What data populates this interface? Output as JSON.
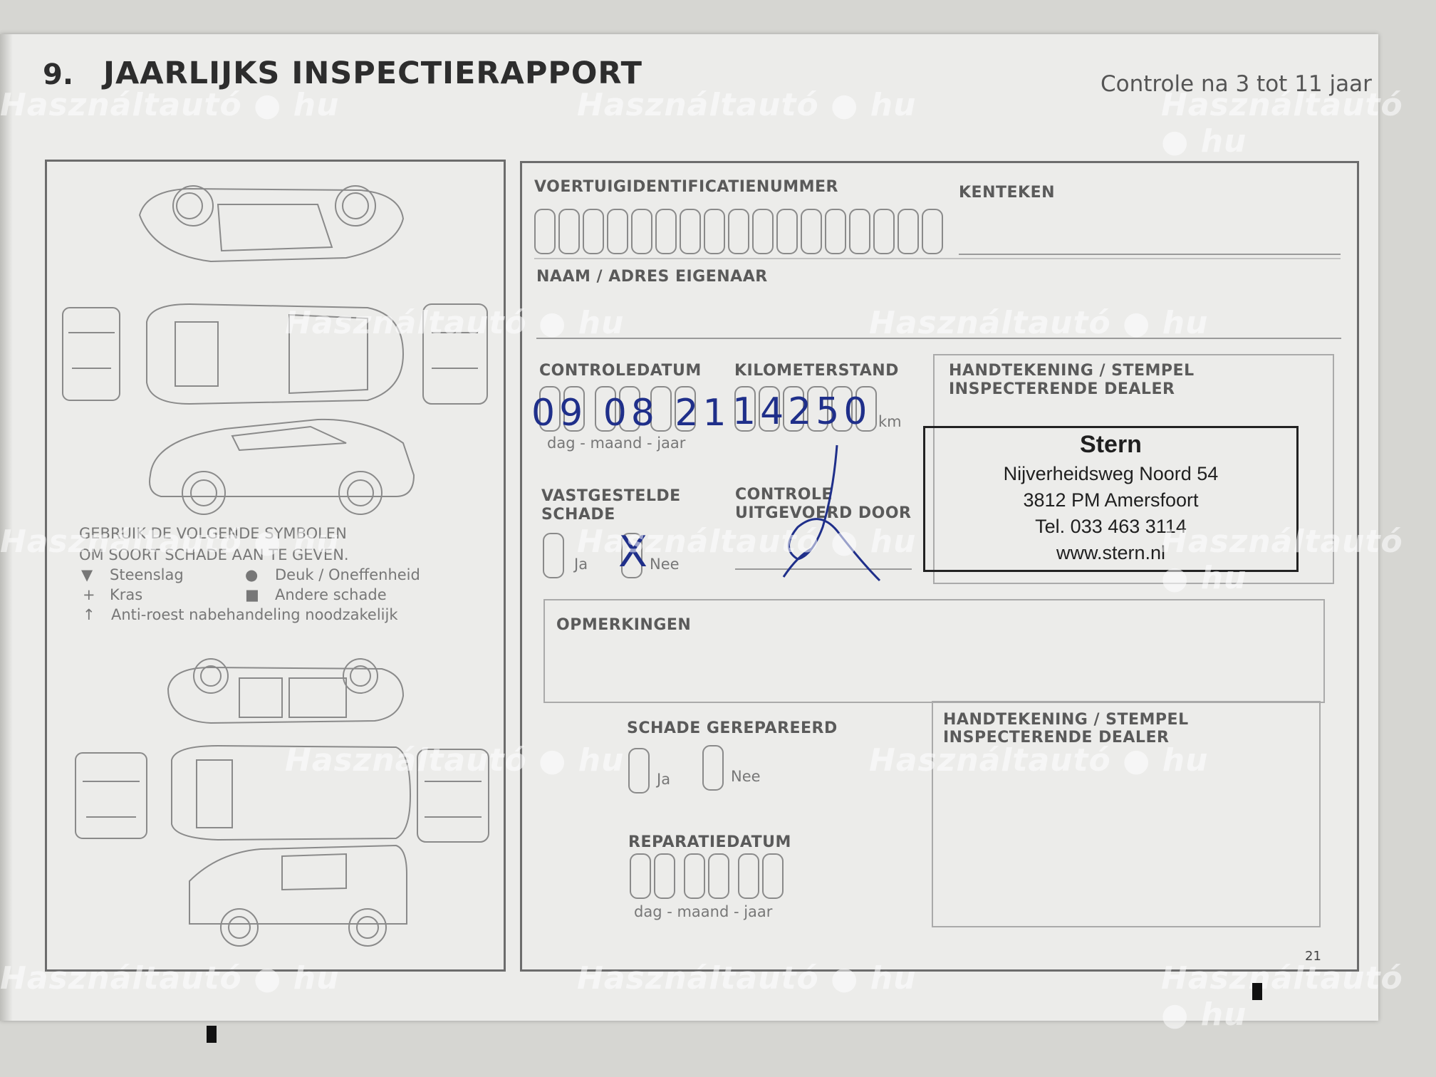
{
  "header": {
    "number": "9.",
    "title": "JAARLIJKS INSPECTIERAPPORT",
    "subtitle": "Controle na 3 tot 11 jaar"
  },
  "vin": {
    "label": "VOERTUIGIDENTIFICATIENUMMER",
    "cells": 17
  },
  "plate": {
    "label": "KENTEKEN"
  },
  "owner": {
    "label": "NAAM / ADRES EIGENAAR"
  },
  "inspection_date": {
    "label": "CONTROLEDATUM",
    "value": "09 08 21",
    "format": "dag - maand - jaar"
  },
  "mileage": {
    "label": "KILOMETERSTAND",
    "value": "14250",
    "unit": "km"
  },
  "signature_top": {
    "label_line1": "HANDTEKENING / STEMPEL",
    "label_line2": "INSPECTERENDE DEALER"
  },
  "stamp": {
    "name": "Stern",
    "street": "Nijverheidsweg Noord 54",
    "city": "3812 PM Amersfoort",
    "phone": "Tel. 033 463 3114",
    "web": "www.stern.nl"
  },
  "damage_found": {
    "label_line1": "VASTGESTELDE",
    "label_line2": "SCHADE",
    "yes": "Ja",
    "no": "Nee",
    "mark": "X"
  },
  "performed_by": {
    "label_line1": "CONTROLE",
    "label_line2": "UITGEVOERD DOOR"
  },
  "remarks": {
    "label": "OPMERKINGEN"
  },
  "damage_repaired": {
    "label": "SCHADE GEREPAREERD",
    "yes": "Ja",
    "no": "Nee"
  },
  "signature_bottom": {
    "label_line1": "HANDTEKENING / STEMPEL",
    "label_line2": "INSPECTERENDE DEALER"
  },
  "repair_date": {
    "label": "REPARATIEDATUM",
    "format": "dag - maand - jaar"
  },
  "legend": {
    "intro_line1": "GEBRUIK DE VOLGENDE SYMBOLEN",
    "intro_line2": "OM SOORT SCHADE AAN TE GEVEN.",
    "items": [
      {
        "symbol": "▼",
        "text": "Steenslag"
      },
      {
        "symbol": "●",
        "text": "Deuk / Oneffenheid"
      },
      {
        "symbol": "+",
        "text": "Kras"
      },
      {
        "symbol": "■",
        "text": "Andere schade"
      },
      {
        "symbol": "↑",
        "text": "Anti-roest nabehandeling noodzakelijk"
      }
    ]
  },
  "page_number": "21",
  "watermark": "Használtautó ● hu"
}
